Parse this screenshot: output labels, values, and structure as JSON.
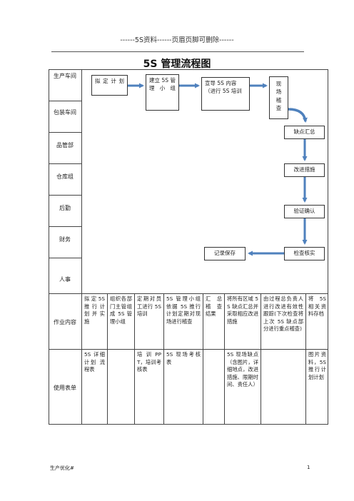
{
  "header": {
    "text": "------5S资料------页眉页脚可删除------"
  },
  "title": "5S 管理流程图",
  "departments": [
    "生产车间",
    "包装车间",
    "品管部",
    "仓库组",
    "后勤",
    "财务",
    "人事"
  ],
  "flow_boxes": {
    "plan": "拟 定 计 划",
    "team": "建立 5S 管 理 小 组",
    "promote": "宣导 5S 内容（进行 5S 培训",
    "inspect": "现场稽查",
    "summary": "缺点汇总",
    "improve": "改进措施",
    "verify": "验证确认",
    "check": "检查核实",
    "record": "记录保存"
  },
  "rows": {
    "content_label": "作业内容",
    "forms_label": "使用表单"
  },
  "content_cells": [
    "拟 定 5S 推 行 计 划 并 实施",
    "组织各部门主管组成 5S 管理小组",
    "定期对员工进行 5S 培训",
    "5S 管理小组依据 5S 推行计划定期对现场进行稽查",
    "汇 总 稽 查 结果",
    "将所有区域 5S 缺点汇总并采取相应改进措施",
    "由过程总负责人进行改进有效性跟踪(下次检查将上次 5S 缺点部分进行重点稽查)",
    "将 5S 相关资料存档"
  ],
  "form_cells": [
    "5S 详细 计划 流程表",
    "",
    "培 训 PPT，培训考核表",
    "5S 现场考核表",
    "",
    "5S 现场缺点（含图片，详细地点，改进措施、限期时间、责任人）",
    "",
    "图片资料，5S 推行计划计划"
  ],
  "footer": {
    "left": "生产优化#",
    "page": "1"
  },
  "colors": {
    "arrow": "#4f81bd",
    "border": "#444444"
  }
}
